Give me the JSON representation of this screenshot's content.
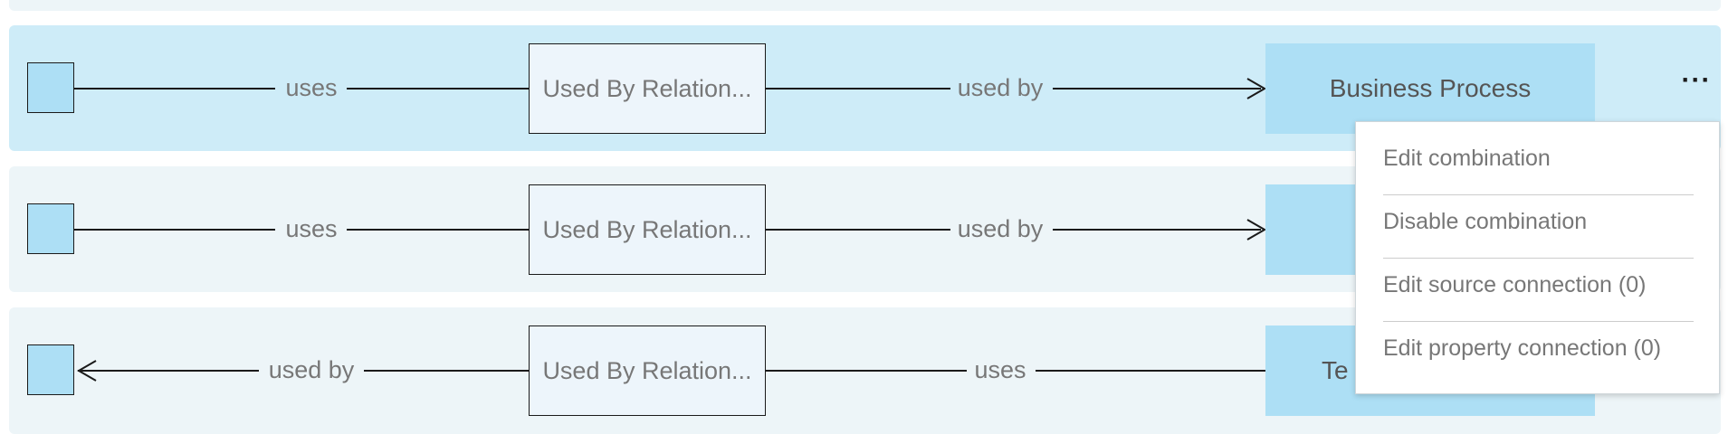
{
  "rows": [
    {
      "source_label": "uses",
      "middle": "Used By Relation...",
      "target_label": "used by",
      "target": "Business Process"
    },
    {
      "source_label": "uses",
      "middle": "Used By Relation...",
      "target_label": "used by",
      "target": ""
    },
    {
      "source_label": "used by",
      "middle": "Used By Relation...",
      "target_label": "uses",
      "target": "Te"
    }
  ],
  "more_button": "···",
  "context_menu": {
    "items": [
      "Edit combination",
      "Disable combination",
      "Edit source connection (0)",
      "Edit property connection (0)"
    ]
  }
}
